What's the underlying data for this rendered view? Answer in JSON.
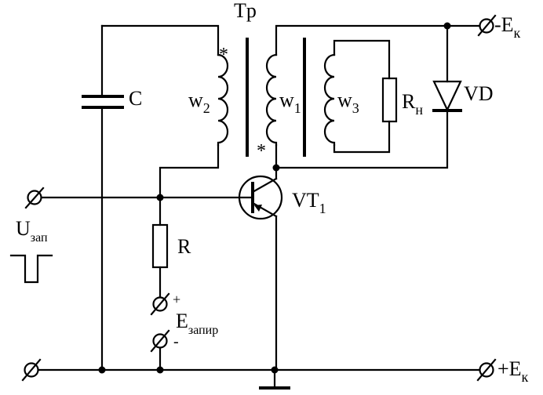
{
  "labels": {
    "transformer": "Tp",
    "capacitor": "C",
    "w2": "w",
    "w2_sub": "2",
    "w1": "w",
    "w1_sub": "1",
    "w3": "w",
    "w3_sub": "3",
    "load": "R",
    "load_sub": "н",
    "diode": "VD",
    "supply_neg": "-E",
    "supply_neg_sub": "к",
    "transistor": "VT",
    "transistor_sub": "1",
    "input": "U",
    "input_sub": "зап",
    "resistor": "R",
    "bias": "E",
    "bias_sub": "запир",
    "bias_plus": "+",
    "bias_minus": "-",
    "supply_pos": "+E",
    "supply_pos_sub": "к",
    "star_top": "*",
    "star_bottom": "*"
  }
}
